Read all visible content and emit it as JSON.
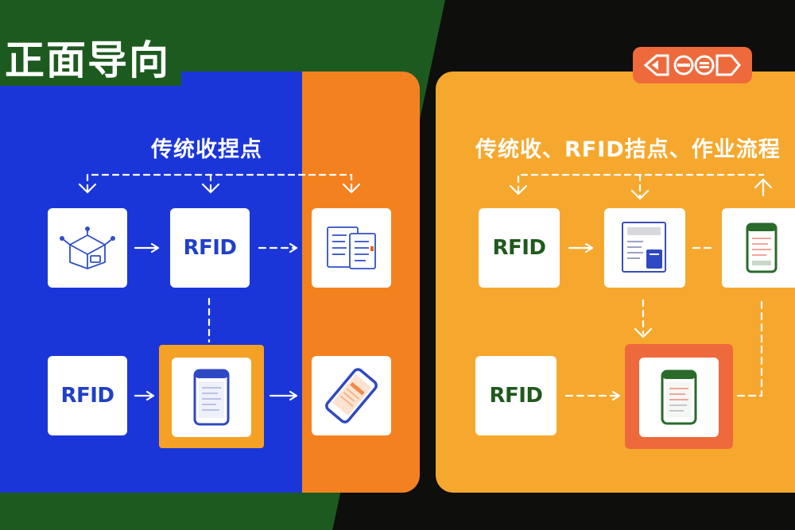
{
  "title": "正面导向",
  "left_panel": {
    "heading": "传统收捏点",
    "cards": {
      "rfid_top": "RFID",
      "rfid_bottom": "RFID"
    }
  },
  "right_panel": {
    "heading": "传统收、RFID拮点、作业流程",
    "cards": {
      "rfid_top": "RFID",
      "rfid_bottom": "RFID"
    }
  },
  "colors": {
    "bg_green": "#1d5a1f",
    "left_blue": "#1b36d8",
    "left_orange": "#f4811f",
    "right_amber": "#f6a82e",
    "accent_red_orange": "#ee6a3c",
    "rfid_blue": "#2040c8",
    "rfid_green": "#1f5a1c"
  },
  "icons": {
    "left_top_left": "rfid-tag-package-icon",
    "left_top_right": "document-list-icon",
    "left_bottom_middle": "smartphone-icon",
    "left_bottom_right": "tilted-smartphone-icon",
    "right_top_middle": "document-form-icon",
    "right_top_right": "smartphone-icon",
    "right_bottom_middle": "smartphone-icon",
    "logo": "tag-logo-icon"
  }
}
